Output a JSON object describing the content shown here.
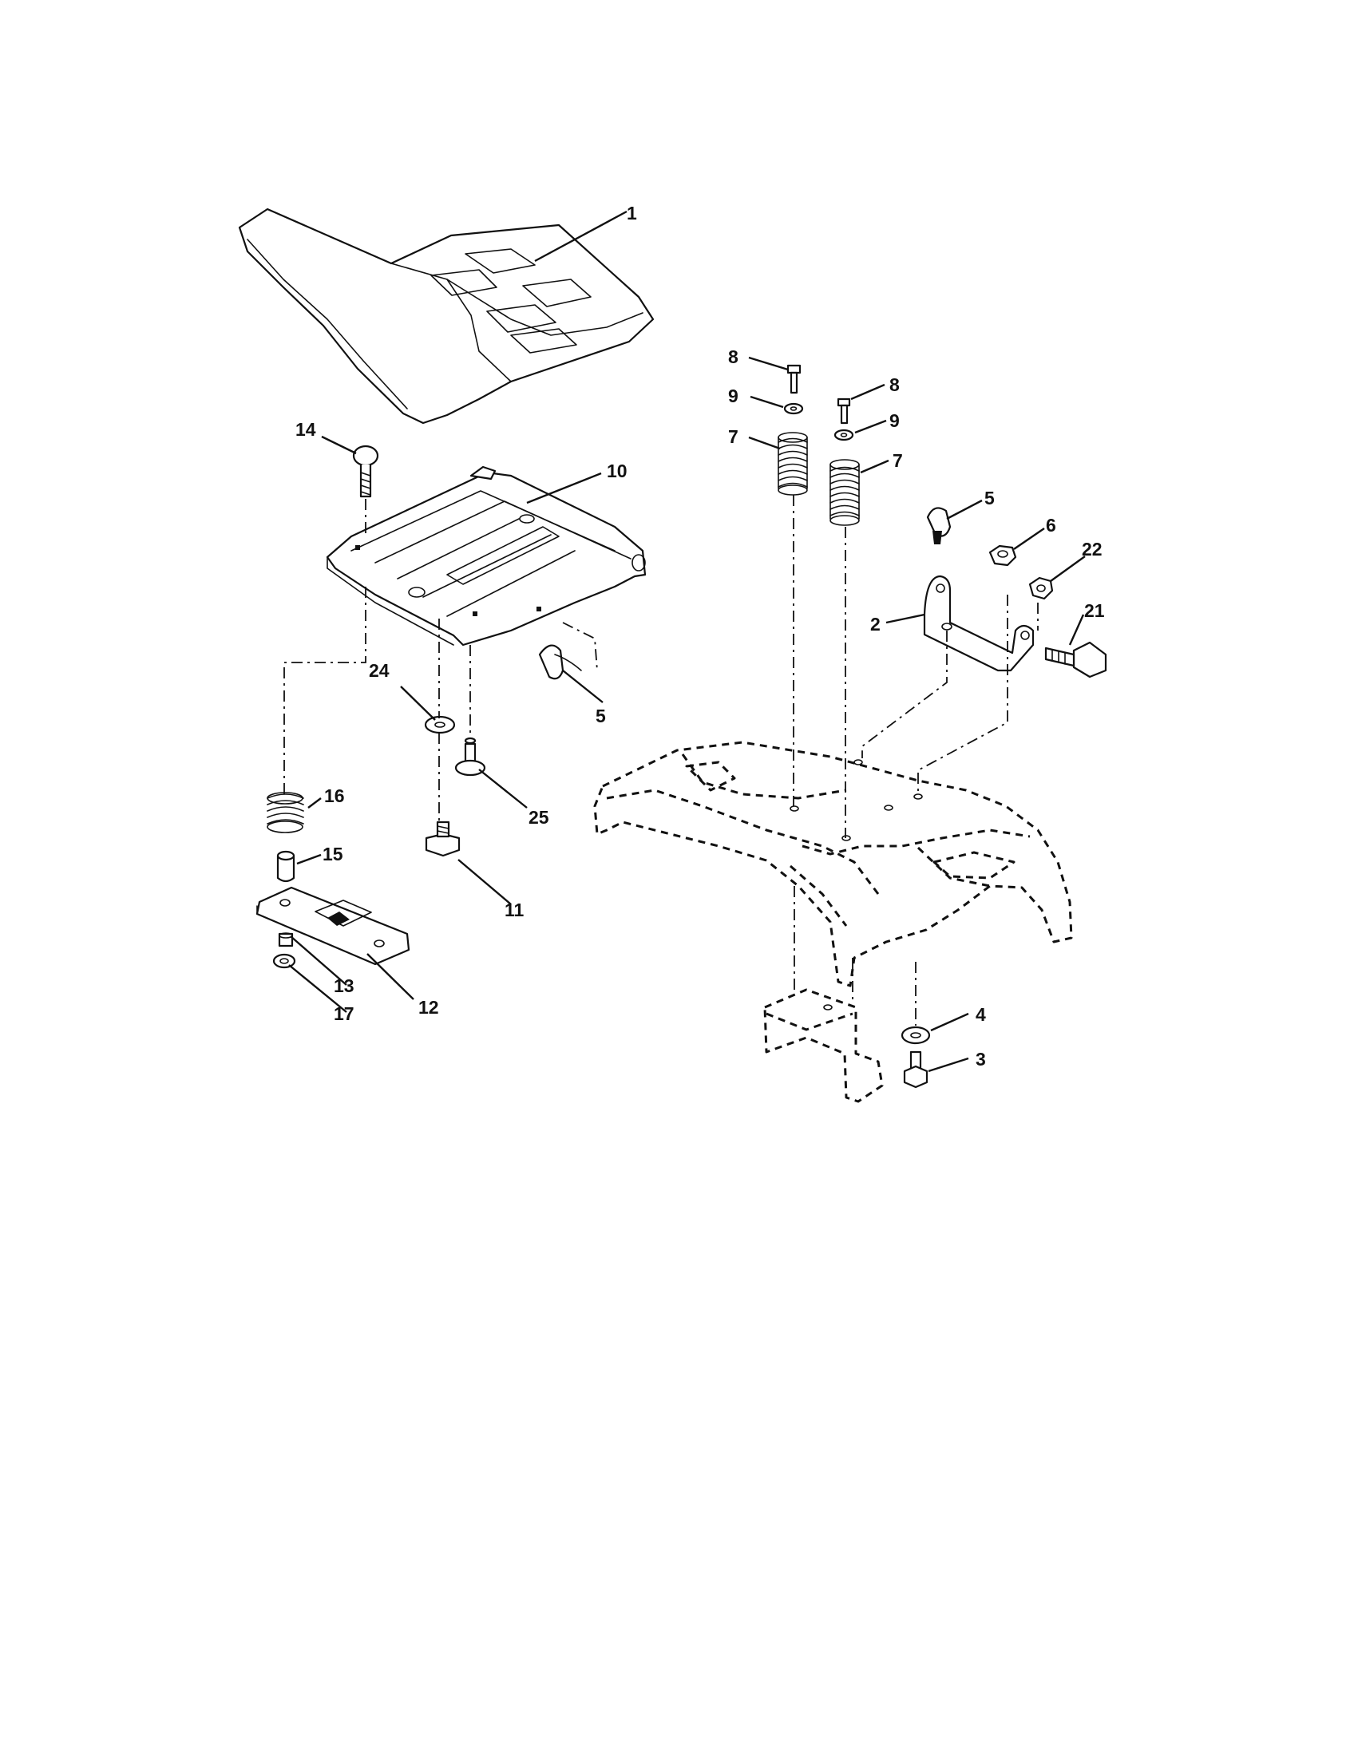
{
  "callouts": [
    {
      "id": "c1",
      "text": "1"
    },
    {
      "id": "c2",
      "text": "2"
    },
    {
      "id": "c3",
      "text": "3"
    },
    {
      "id": "c4",
      "text": "4"
    },
    {
      "id": "c5a",
      "text": "5"
    },
    {
      "id": "c5b",
      "text": "5"
    },
    {
      "id": "c6",
      "text": "6"
    },
    {
      "id": "c7a",
      "text": "7"
    },
    {
      "id": "c7b",
      "text": "7"
    },
    {
      "id": "c8a",
      "text": "8"
    },
    {
      "id": "c8b",
      "text": "8"
    },
    {
      "id": "c9a",
      "text": "9"
    },
    {
      "id": "c9b",
      "text": "9"
    },
    {
      "id": "c10",
      "text": "10"
    },
    {
      "id": "c11",
      "text": "11"
    },
    {
      "id": "c12",
      "text": "12"
    },
    {
      "id": "c13",
      "text": "13"
    },
    {
      "id": "c14",
      "text": "14"
    },
    {
      "id": "c15",
      "text": "15"
    },
    {
      "id": "c16",
      "text": "16"
    },
    {
      "id": "c17",
      "text": "17"
    },
    {
      "id": "c21",
      "text": "21"
    },
    {
      "id": "c22",
      "text": "22"
    },
    {
      "id": "c24",
      "text": "24"
    },
    {
      "id": "c25",
      "text": "25"
    }
  ]
}
